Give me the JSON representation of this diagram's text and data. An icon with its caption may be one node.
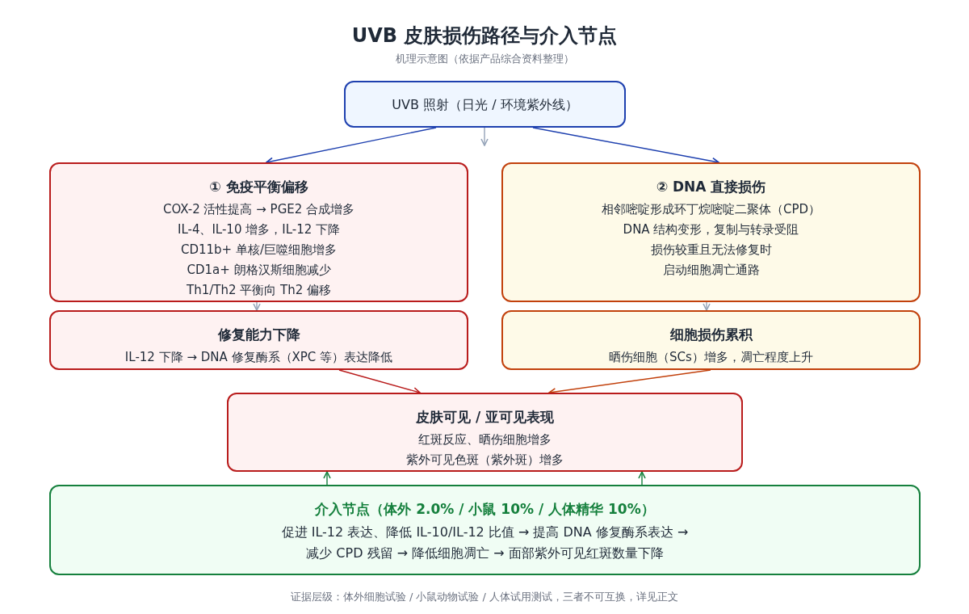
{
  "diagram": {
    "title": "UVB 皮肤损伤路径与介入节点",
    "nodes": [
      {
        "text": [
          "UVB 照射（日光 / 环境紫外线）"
        ]
      },
      {
        "text": [
          "① 免疫平衡偏移",
          "COX-2 活性提高 → PGE2 合成增多",
          "IL-4、IL-10 增多，IL-12 下降",
          "CD11b+ 单核/巨噬细胞增多",
          "CD1a+ 朗格汉斯细胞减少",
          "Th1/Th2 平衡向 Th2 偏移"
        ]
      },
      {
        "text": [
          "② DNA 直接损伤",
          "相邻嘧啶形成环丁烷嘧啶二聚体（CPD）",
          "DNA 结构变形，复制与转录受阻",
          "损伤较重且无法修复时",
          "启动细胞凋亡通路"
        ]
      },
      {
        "text": [
          "修复能力下降",
          "IL-12 下降 → DNA 修复酶系（XPC 等）表达降低"
        ]
      },
      {
        "text": [
          "细胞损伤累积",
          "晒伤细胞（SCs）增多，凋亡程度上升"
        ]
      },
      {
        "text": [
          "皮肤可见 / 亚可见表现",
          "红斑反应、晒伤细胞增多",
          "紫外可见色斑（紫外斑）增多"
        ]
      },
      {
        "text": [
          "介入节点（体外 2.0% / 小鼠 10% / 人体精华 10%）",
          "促进 IL-12 表达、降低 IL-10/IL-12 比值 → 提高 DNA 修复酶系表达 → 减少 CPD 残留 → 降低细胞凋亡 → 面部紫外可见红斑数量下降"
        ]
      }
    ],
    "edges": [
      {
        "from": 0,
        "to": 1,
        "arrow": "to",
        "color": "#1e40af"
      },
      {
        "from": 0,
        "to": 2,
        "arrow": "to",
        "color": "#1e40af"
      },
      {
        "from": 0,
        "to": null,
        "arrow": "to"
      },
      {
        "from": 1,
        "to": 3,
        "arrow": "to"
      },
      {
        "from": 2,
        "to": 4,
        "arrow": "to"
      },
      {
        "from": 3,
        "to": 5,
        "arrow": "to",
        "color": "#b91c1c"
      },
      {
        "from": 4,
        "to": 5,
        "arrow": "to",
        "color": "#c2410c"
      },
      {
        "from": 6,
        "to": 5,
        "arrow": "to",
        "color": "#15803d"
      },
      {
        "from": 6,
        "to": 5,
        "arrow": "to",
        "color": "#15803d"
      }
    ],
    "labels": [
      "机理示意图（依据产品综合资料整理）"
    ],
    "caption": "证据层级：体外细胞试验 / 小鼠动物试验 / 人体试用测试，三者不可互换，详见正文"
  }
}
